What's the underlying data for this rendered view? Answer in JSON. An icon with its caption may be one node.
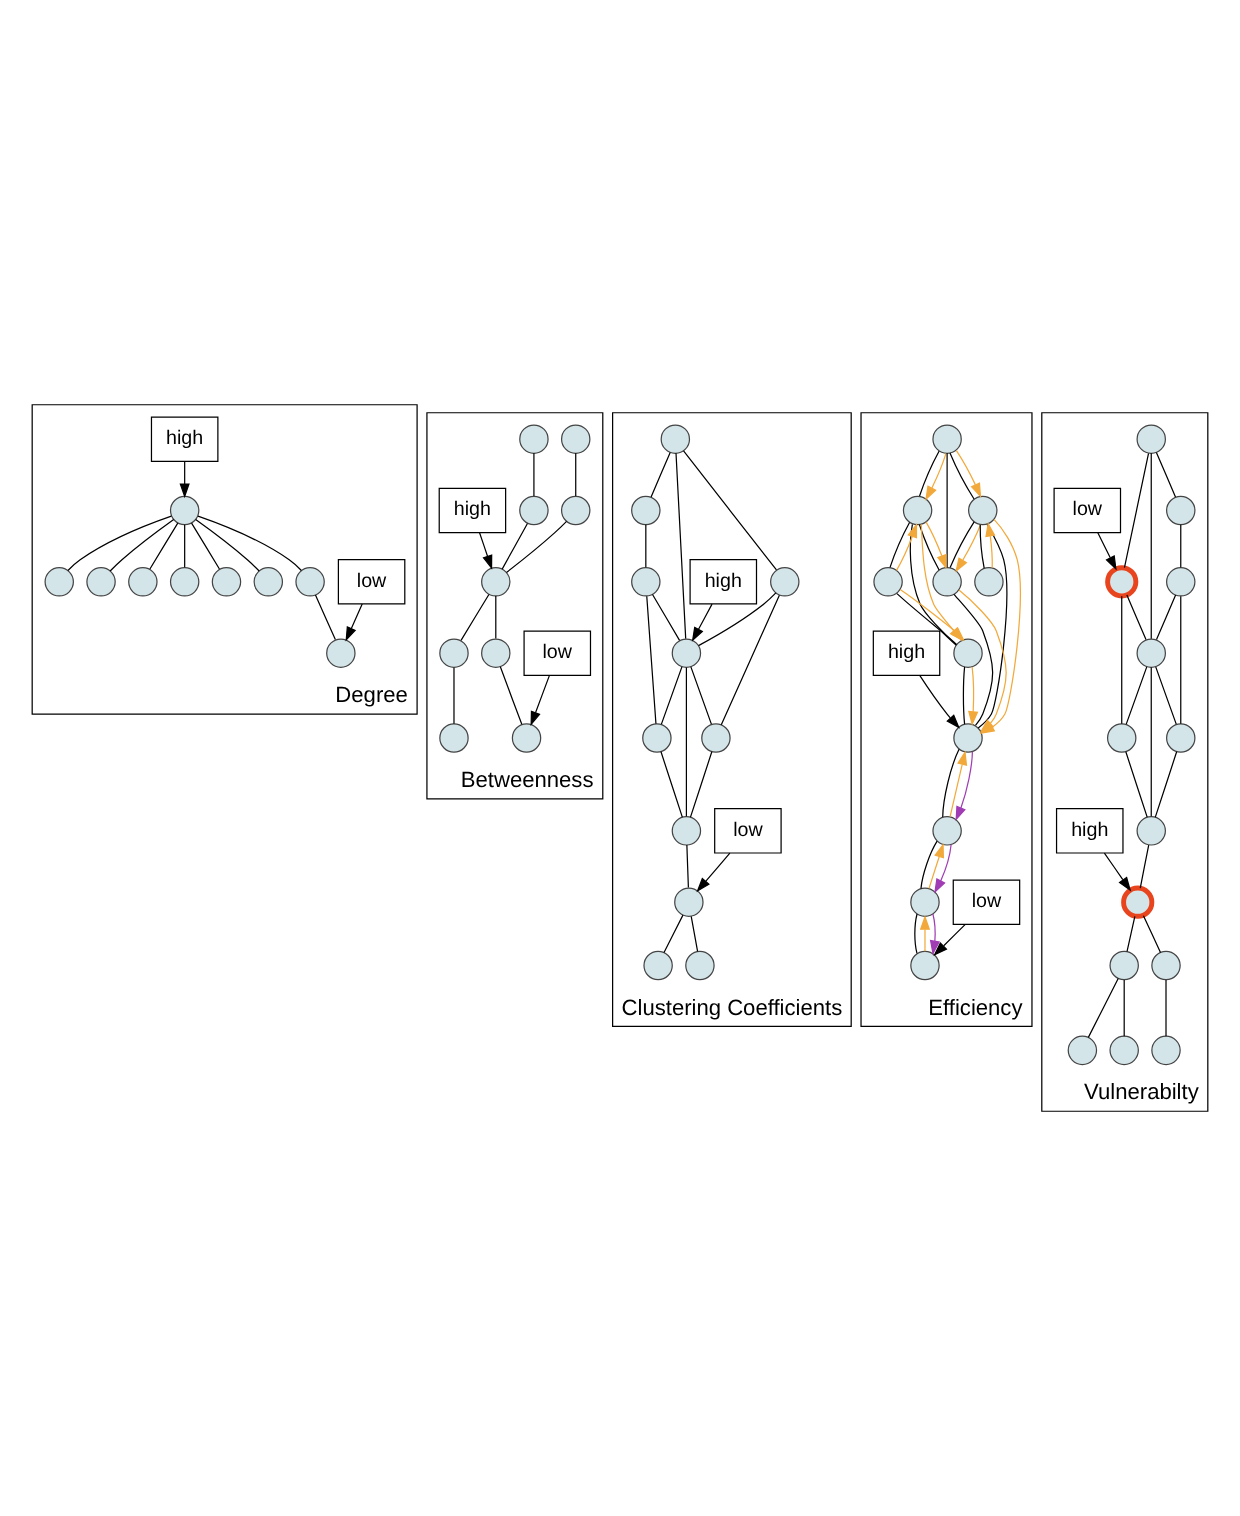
{
  "diagram": {
    "nodes": [
      {
        "text": [
          "Degree"
        ]
      },
      {
        "text": [],
        "shape": "circle",
        "in": 0
      },
      {
        "text": [],
        "shape": "circle",
        "in": 0
      },
      {
        "text": [],
        "shape": "circle",
        "in": 0
      },
      {
        "text": [],
        "shape": "circle",
        "in": 0
      },
      {
        "text": [],
        "shape": "circle",
        "in": 0
      },
      {
        "text": [],
        "shape": "circle",
        "in": 0
      },
      {
        "text": [],
        "shape": "circle",
        "in": 0
      },
      {
        "text": [],
        "shape": "circle",
        "in": 0
      },
      {
        "text": [],
        "shape": "circle",
        "in": 0
      },
      {
        "text": [
          "low"
        ],
        "in": 0
      },
      {
        "text": [
          "high"
        ],
        "in": 0
      },
      {
        "text": [
          "Betweenness"
        ]
      },
      {
        "text": [],
        "shape": "circle",
        "in": 12
      },
      {
        "text": [],
        "shape": "circle",
        "in": 12
      },
      {
        "text": [],
        "shape": "circle",
        "in": 12
      },
      {
        "text": [],
        "shape": "circle",
        "in": 12
      },
      {
        "text": [],
        "shape": "circle",
        "in": 12
      },
      {
        "text": [],
        "shape": "circle",
        "in": 12
      },
      {
        "text": [],
        "shape": "circle",
        "in": 12
      },
      {
        "text": [],
        "shape": "circle",
        "in": 12
      },
      {
        "text": [],
        "shape": "circle",
        "in": 12
      },
      {
        "text": [
          "low"
        ],
        "in": 12
      },
      {
        "text": [
          "high"
        ],
        "in": 12
      },
      {
        "text": [
          "Clustering Coefficients"
        ]
      },
      {
        "text": [],
        "shape": "circle",
        "in": 24
      },
      {
        "text": [],
        "shape": "circle",
        "in": 24
      },
      {
        "text": [],
        "shape": "circle",
        "in": 24
      },
      {
        "text": [],
        "shape": "circle",
        "in": 24
      },
      {
        "text": [],
        "shape": "circle",
        "in": 24
      },
      {
        "text": [],
        "shape": "circle",
        "in": 24
      },
      {
        "text": [],
        "shape": "circle",
        "in": 24
      },
      {
        "text": [],
        "shape": "circle",
        "in": 24
      },
      {
        "text": [],
        "shape": "circle",
        "in": 24
      },
      {
        "text": [],
        "shape": "circle",
        "in": 24
      },
      {
        "text": [],
        "shape": "circle",
        "in": 24
      },
      {
        "text": [
          "low"
        ],
        "in": 24
      },
      {
        "text": [
          "high"
        ],
        "in": 24
      },
      {
        "text": [
          "Efficiency"
        ]
      },
      {
        "text": [],
        "shape": "circle",
        "in": 38
      },
      {
        "text": [],
        "shape": "circle",
        "in": 38
      },
      {
        "text": [],
        "shape": "circle",
        "in": 38
      },
      {
        "text": [],
        "shape": "circle",
        "in": 38
      },
      {
        "text": [],
        "shape": "circle",
        "in": 38
      },
      {
        "text": [],
        "shape": "circle",
        "in": 38
      },
      {
        "text": [],
        "shape": "circle",
        "in": 38
      },
      {
        "text": [],
        "shape": "circle",
        "in": 38
      },
      {
        "text": [],
        "shape": "circle",
        "in": 38
      },
      {
        "text": [],
        "shape": "circle",
        "in": 38
      },
      {
        "text": [],
        "shape": "circle",
        "in": 38
      },
      {
        "text": [
          "low"
        ],
        "in": 38
      },
      {
        "text": [
          "high"
        ],
        "in": 38
      },
      {
        "text": [
          "Vulnerabilty"
        ]
      },
      {
        "text": [],
        "shape": "circle",
        "in": 52
      },
      {
        "text": [],
        "shape": "circle",
        "in": 52
      },
      {
        "text": [],
        "shape": "circle",
        "in": 52
      },
      {
        "text": [],
        "shape": "circle",
        "in": 52
      },
      {
        "text": [],
        "shape": "circle",
        "in": 52
      },
      {
        "text": [],
        "shape": "circle",
        "in": 52
      },
      {
        "text": [],
        "shape": "circle",
        "in": 52
      },
      {
        "text": [],
        "shape": "circle",
        "in": 52
      },
      {
        "text": [],
        "shape": "circle",
        "in": 52
      },
      {
        "text": [],
        "shape": "circle",
        "in": 52
      },
      {
        "text": [],
        "shape": "circle",
        "in": 52
      },
      {
        "text": [],
        "shape": "circle",
        "in": 52
      },
      {
        "text": [],
        "shape": "circle",
        "in": 52
      },
      {
        "text": [],
        "shape": "circle",
        "in": 52
      },
      {
        "text": [
          "low"
        ],
        "in": 52
      },
      {
        "text": [
          "high"
        ],
        "in": 52
      }
    ],
    "edges": [
      {
        "from": 6,
        "to": 1,
        "arrow": "none"
      },
      {
        "from": 6,
        "to": 2,
        "arrow": "none"
      },
      {
        "from": 6,
        "to": 3,
        "arrow": "none"
      },
      {
        "from": 6,
        "to": 4,
        "arrow": "none"
      },
      {
        "from": 6,
        "to": 5,
        "arrow": "none"
      },
      {
        "from": 6,
        "to": 7,
        "arrow": "none"
      },
      {
        "from": 6,
        "to": 8,
        "arrow": "none"
      },
      {
        "from": 8,
        "to": 9,
        "arrow": "none"
      },
      {
        "from": 10,
        "to": 9,
        "arrow": "to"
      },
      {
        "from": 11,
        "to": 6,
        "arrow": "to"
      },
      {
        "from": 13,
        "to": 15,
        "arrow": "none"
      },
      {
        "from": 15,
        "to": 17,
        "arrow": "none"
      },
      {
        "from": 14,
        "to": 16,
        "arrow": "none"
      },
      {
        "from": 16,
        "to": 17,
        "arrow": "none"
      },
      {
        "from": 17,
        "to": 18,
        "arrow": "none"
      },
      {
        "from": 18,
        "to": 20,
        "arrow": "none"
      },
      {
        "from": 17,
        "to": 19,
        "arrow": "none"
      },
      {
        "from": 19,
        "to": 21,
        "arrow": "none"
      },
      {
        "from": 22,
        "to": 21,
        "arrow": "to"
      },
      {
        "from": 23,
        "to": 17,
        "arrow": "to"
      },
      {
        "from": 25,
        "to": 26,
        "arrow": "none"
      },
      {
        "from": 25,
        "to": 27,
        "arrow": "none"
      },
      {
        "from": 25,
        "to": 30,
        "arrow": "none"
      },
      {
        "from": 26,
        "to": 28,
        "arrow": "none"
      },
      {
        "from": 28,
        "to": 30,
        "arrow": "none"
      },
      {
        "from": 28,
        "to": 31,
        "arrow": "none"
      },
      {
        "from": 27,
        "to": 30,
        "arrow": "none"
      },
      {
        "from": 27,
        "to": 29,
        "arrow": "none"
      },
      {
        "from": 30,
        "to": 29,
        "arrow": "none"
      },
      {
        "from": 30,
        "to": 31,
        "arrow": "none"
      },
      {
        "from": 30,
        "to": 32,
        "arrow": "none"
      },
      {
        "from": 31,
        "to": 32,
        "arrow": "none"
      },
      {
        "from": 29,
        "to": 32,
        "arrow": "none"
      },
      {
        "from": 32,
        "to": 33,
        "arrow": "none"
      },
      {
        "from": 33,
        "to": 34,
        "arrow": "none"
      },
      {
        "from": 33,
        "to": 35,
        "arrow": "none"
      },
      {
        "from": 36,
        "to": 33,
        "arrow": "to"
      },
      {
        "from": 37,
        "to": 30,
        "arrow": "to"
      },
      {
        "from": 39,
        "to": 40,
        "arrow": "none"
      },
      {
        "from": 39,
        "to": 42,
        "arrow": "none"
      },
      {
        "from": 39,
        "to": 43,
        "arrow": "none"
      },
      {
        "from": 40,
        "to": 41,
        "arrow": "none"
      },
      {
        "from": 40,
        "to": 43,
        "arrow": "none"
      },
      {
        "from": 40,
        "to": 44,
        "arrow": "none"
      },
      {
        "from": 41,
        "to": 44,
        "arrow": "none"
      },
      {
        "from": 42,
        "to": 43,
        "arrow": "none"
      },
      {
        "from": 42,
        "to": 45,
        "arrow": "none"
      },
      {
        "from": 42,
        "to": 46,
        "arrow": "none"
      },
      {
        "from": 43,
        "to": 45,
        "arrow": "none"
      },
      {
        "from": 44,
        "to": 45,
        "arrow": "none"
      },
      {
        "from": 45,
        "to": 47,
        "arrow": "none"
      },
      {
        "from": 47,
        "to": 48,
        "arrow": "none"
      },
      {
        "from": 48,
        "to": 49,
        "arrow": "none"
      },
      {
        "from": 39,
        "to": 40,
        "arrow": "to",
        "color": "#f2a93b"
      },
      {
        "from": 41,
        "to": 40,
        "arrow": "to",
        "color": "#f2a93b"
      },
      {
        "from": 39,
        "to": 42,
        "arrow": "to",
        "color": "#f2a93b"
      },
      {
        "from": 40,
        "to": 43,
        "arrow": "to",
        "color": "#f2a93b"
      },
      {
        "from": 40,
        "to": 44,
        "arrow": "to",
        "color": "#f2a93b"
      },
      {
        "from": 41,
        "to": 44,
        "arrow": "to",
        "color": "#f2a93b"
      },
      {
        "from": 42,
        "to": 43,
        "arrow": "to",
        "color": "#f2a93b"
      },
      {
        "from": 46,
        "to": 42,
        "arrow": "to",
        "color": "#f2a93b"
      },
      {
        "from": 42,
        "to": 45,
        "arrow": "to",
        "color": "#f2a93b"
      },
      {
        "from": 43,
        "to": 45,
        "arrow": "to",
        "color": "#f2a93b"
      },
      {
        "from": 44,
        "to": 45,
        "arrow": "to",
        "color": "#f2a93b"
      },
      {
        "from": 47,
        "to": 45,
        "arrow": "to",
        "color": "#f2a93b"
      },
      {
        "from": 45,
        "to": 47,
        "arrow": "to",
        "color": "#a03cb4"
      },
      {
        "from": 48,
        "to": 47,
        "arrow": "to",
        "color": "#f2a93b"
      },
      {
        "from": 47,
        "to": 48,
        "arrow": "to",
        "color": "#a03cb4"
      },
      {
        "from": 49,
        "to": 48,
        "arrow": "to",
        "color": "#f2a93b"
      },
      {
        "from": 48,
        "to": 49,
        "arrow": "to",
        "color": "#a03cb4"
      },
      {
        "from": 50,
        "to": 49,
        "arrow": "to"
      },
      {
        "from": 51,
        "to": 45,
        "arrow": "to"
      },
      {
        "from": 53,
        "to": 54,
        "arrow": "none"
      },
      {
        "from": 53,
        "to": 55,
        "arrow": "none"
      },
      {
        "from": 53,
        "to": 58,
        "arrow": "none"
      },
      {
        "from": 54,
        "to": 56,
        "arrow": "none"
      },
      {
        "from": 56,
        "to": 58,
        "arrow": "none"
      },
      {
        "from": 56,
        "to": 60,
        "arrow": "none"
      },
      {
        "from": 55,
        "to": 58,
        "arrow": "none"
      },
      {
        "from": 55,
        "to": 57,
        "arrow": "none"
      },
      {
        "from": 58,
        "to": 57,
        "arrow": "none"
      },
      {
        "from": 58,
        "to": 60,
        "arrow": "none"
      },
      {
        "from": 58,
        "to": 61,
        "arrow": "none"
      },
      {
        "from": 60,
        "to": 61,
        "arrow": "none"
      },
      {
        "from": 57,
        "to": 61,
        "arrow": "none"
      },
      {
        "from": 61,
        "to": 63,
        "arrow": "none"
      },
      {
        "from": 63,
        "to": 62,
        "arrow": "none"
      },
      {
        "from": 62,
        "to": 59,
        "arrow": "none"
      },
      {
        "from": 62,
        "to": 64,
        "arrow": "none"
      },
      {
        "from": 63,
        "to": 65,
        "arrow": "none"
      },
      {
        "from": 65,
        "to": 66,
        "arrow": "none"
      },
      {
        "from": 67,
        "to": 55,
        "arrow": "to"
      },
      {
        "from": 68,
        "to": 63,
        "arrow": "to"
      }
    ]
  }
}
